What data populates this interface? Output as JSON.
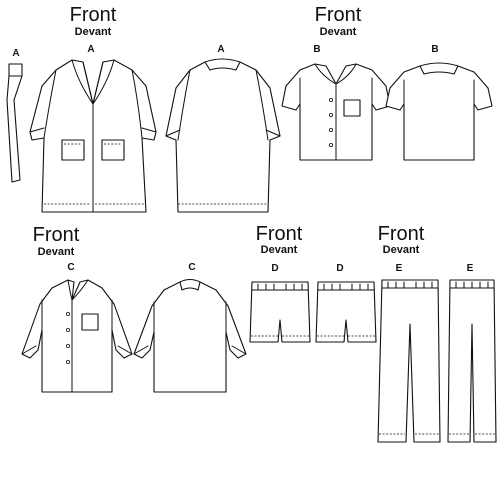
{
  "headings": [
    {
      "front": "Front",
      "devant": "Devant"
    },
    {
      "front": "Front",
      "devant": "Devant"
    },
    {
      "front": "Front",
      "devant": "Devant"
    },
    {
      "front": "Front",
      "devant": "Devant"
    },
    {
      "front": "Front",
      "devant": "Devant"
    }
  ],
  "views": [
    {
      "letter": "A",
      "item": "belt"
    },
    {
      "letter": "A",
      "item": "robe-front"
    },
    {
      "letter": "A",
      "item": "robe-back"
    },
    {
      "letter": "B",
      "item": "short-sleeve-shirt-front"
    },
    {
      "letter": "B",
      "item": "short-sleeve-shirt-back"
    },
    {
      "letter": "C",
      "item": "long-sleeve-shirt-front"
    },
    {
      "letter": "C",
      "item": "long-sleeve-shirt-back"
    },
    {
      "letter": "D",
      "item": "shorts-front"
    },
    {
      "letter": "D",
      "item": "shorts-back"
    },
    {
      "letter": "E",
      "item": "pants-front"
    },
    {
      "letter": "E",
      "item": "pants-back"
    }
  ]
}
